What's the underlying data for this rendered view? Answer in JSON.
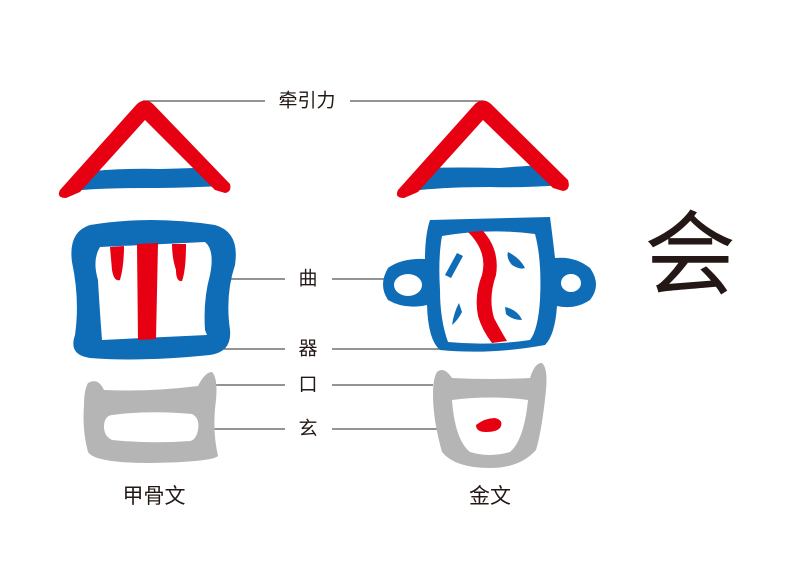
{
  "labels": {
    "traction": "牵引力",
    "curve": "曲",
    "vessel": "器",
    "mouth": "口",
    "xuan": "玄"
  },
  "captions": {
    "oracle_bone": "甲骨文",
    "bronze": "金文"
  },
  "modern_character": "会",
  "colors": {
    "red": "#e60012",
    "blue": "#0f6cb6",
    "gray": "#b5b5b6",
    "line": "#555555",
    "text": "#231815"
  }
}
